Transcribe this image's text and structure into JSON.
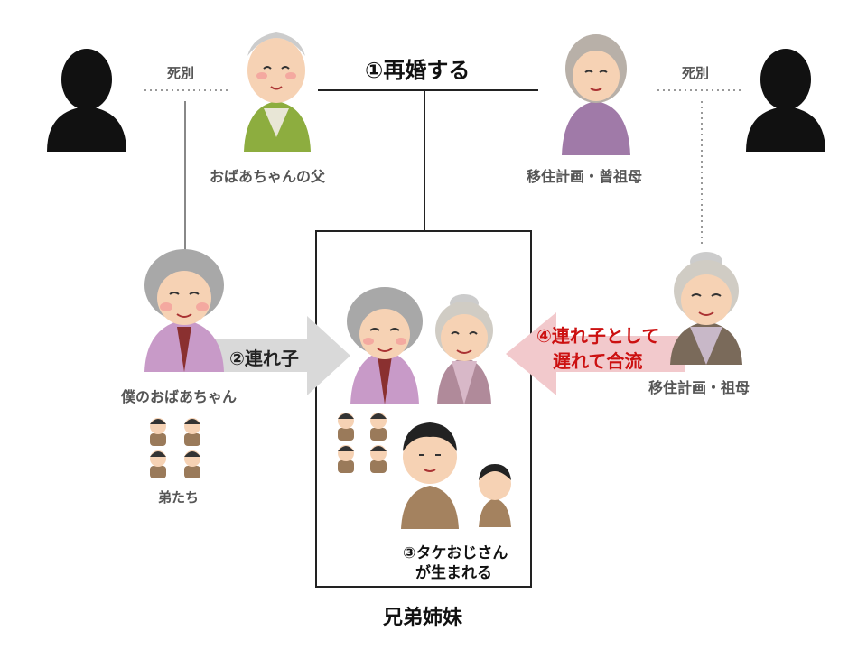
{
  "labels": {
    "remarry": "①再婚する",
    "death_left": "死別",
    "death_right": "死別",
    "great_grandfather": "おばあちゃんの父",
    "great_grandmother": "移住計画・曾祖母",
    "my_grandma": "僕のおばあちゃん",
    "stepchild": "②連れ子",
    "younger_brothers": "弟たち",
    "take_uncle_line1": "③タケおじさん",
    "take_uncle_line2": "が生まれる",
    "stepchild_late_line1": "④連れ子として",
    "stepchild_late_line2": "遅れて合流",
    "plan_grandmother": "移住計画・祖母",
    "siblings": "兄弟姉妹"
  },
  "colors": {
    "accent_red": "#cc1111",
    "arrow_gray": "#d9d9d9",
    "arrow_pink": "#f2c9cc",
    "silhouette": "#111111"
  }
}
